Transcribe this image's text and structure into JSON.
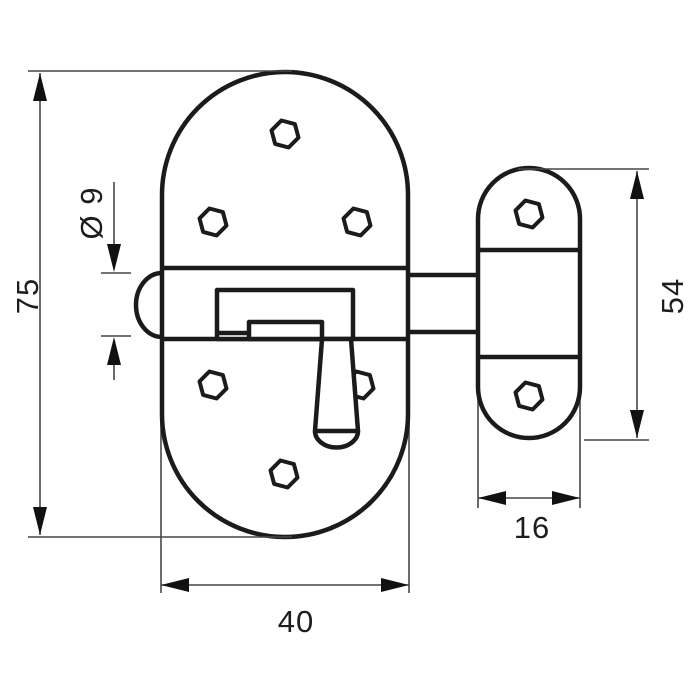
{
  "drawing": {
    "dimensions": {
      "plate_height": "75",
      "bolt_diameter": "Ø 9",
      "keeper_height": "54",
      "plate_width": "40",
      "keeper_width": "16"
    },
    "colors": {
      "background": "#ffffff",
      "outline": "#1b1b1b",
      "dimension_line": "#474747",
      "arrow": "#111111",
      "text": "#1d1d1d"
    }
  }
}
